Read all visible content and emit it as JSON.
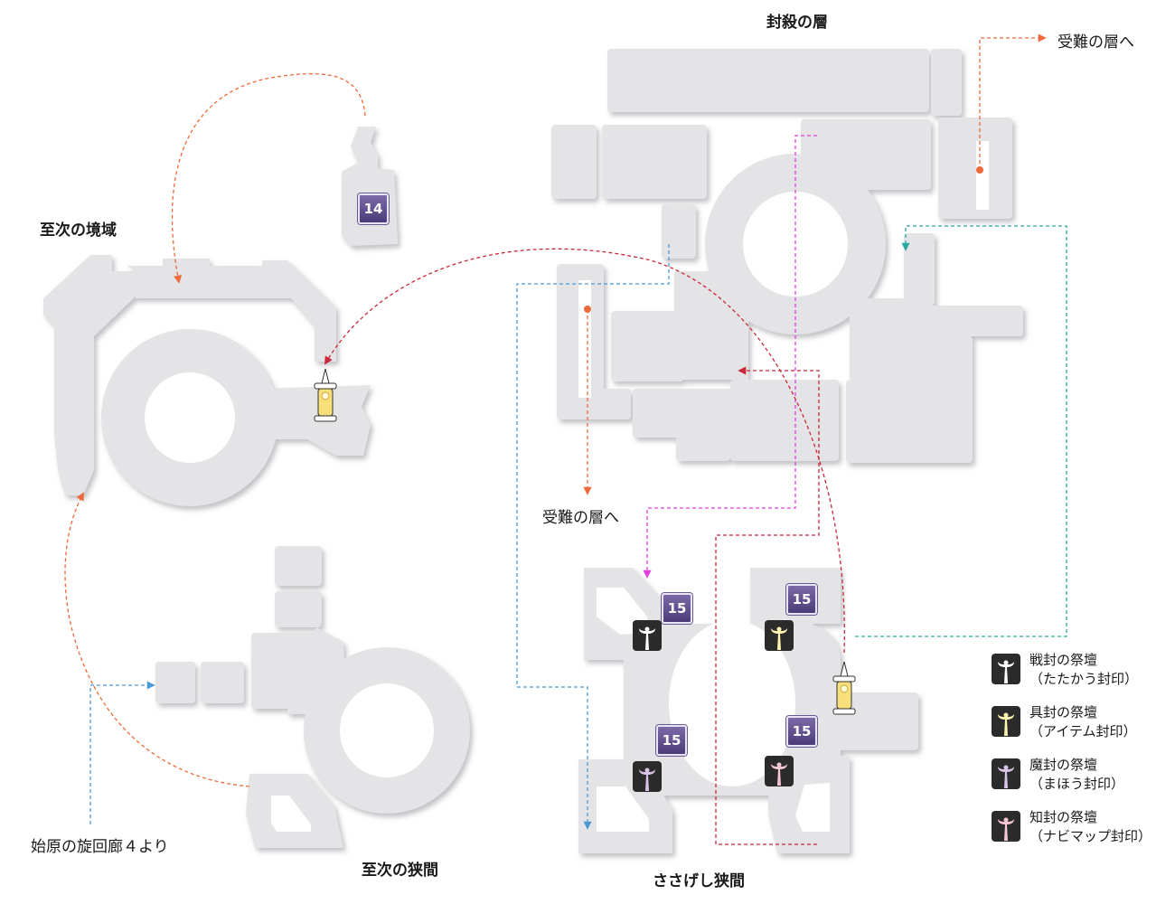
{
  "labels": {
    "zone_shiji_kyouiki": "至次の境域",
    "zone_fuusatsu": "封殺の層",
    "zone_shiji_kyouma": "至次の狭間",
    "zone_sasageshi": "ささげし狭間",
    "to_junan_top": "受難の層へ",
    "to_junan_mid": "受難の層へ",
    "from_shigen": "始原の旋回廊４より"
  },
  "badges": {
    "b14": "14",
    "b15_a": "15",
    "b15_b": "15",
    "b15_c": "15",
    "b15_d": "15"
  },
  "legend": [
    {
      "name": "戦封の祭壇",
      "desc": "（たたかう封印）",
      "color": "#ffffff"
    },
    {
      "name": "具封の祭壇",
      "desc": "（アイテム封印）",
      "color": "#fff3b0"
    },
    {
      "name": "魔封の祭壇",
      "desc": "（まほう封印）",
      "color": "#d9c3e6"
    },
    {
      "name": "知封の祭壇",
      "desc": "（ナビマップ封印）",
      "color": "#f6c7d2"
    }
  ],
  "route_colors": {
    "orange": "#ee6a3a",
    "blue": "#4a9ad8",
    "magenta": "#e23ee0",
    "teal": "#2aa8a0",
    "red": "#c8283a"
  },
  "map_colors": {
    "room_fill": "#e4e4e6",
    "room_shadow": "#bdbdc1"
  }
}
